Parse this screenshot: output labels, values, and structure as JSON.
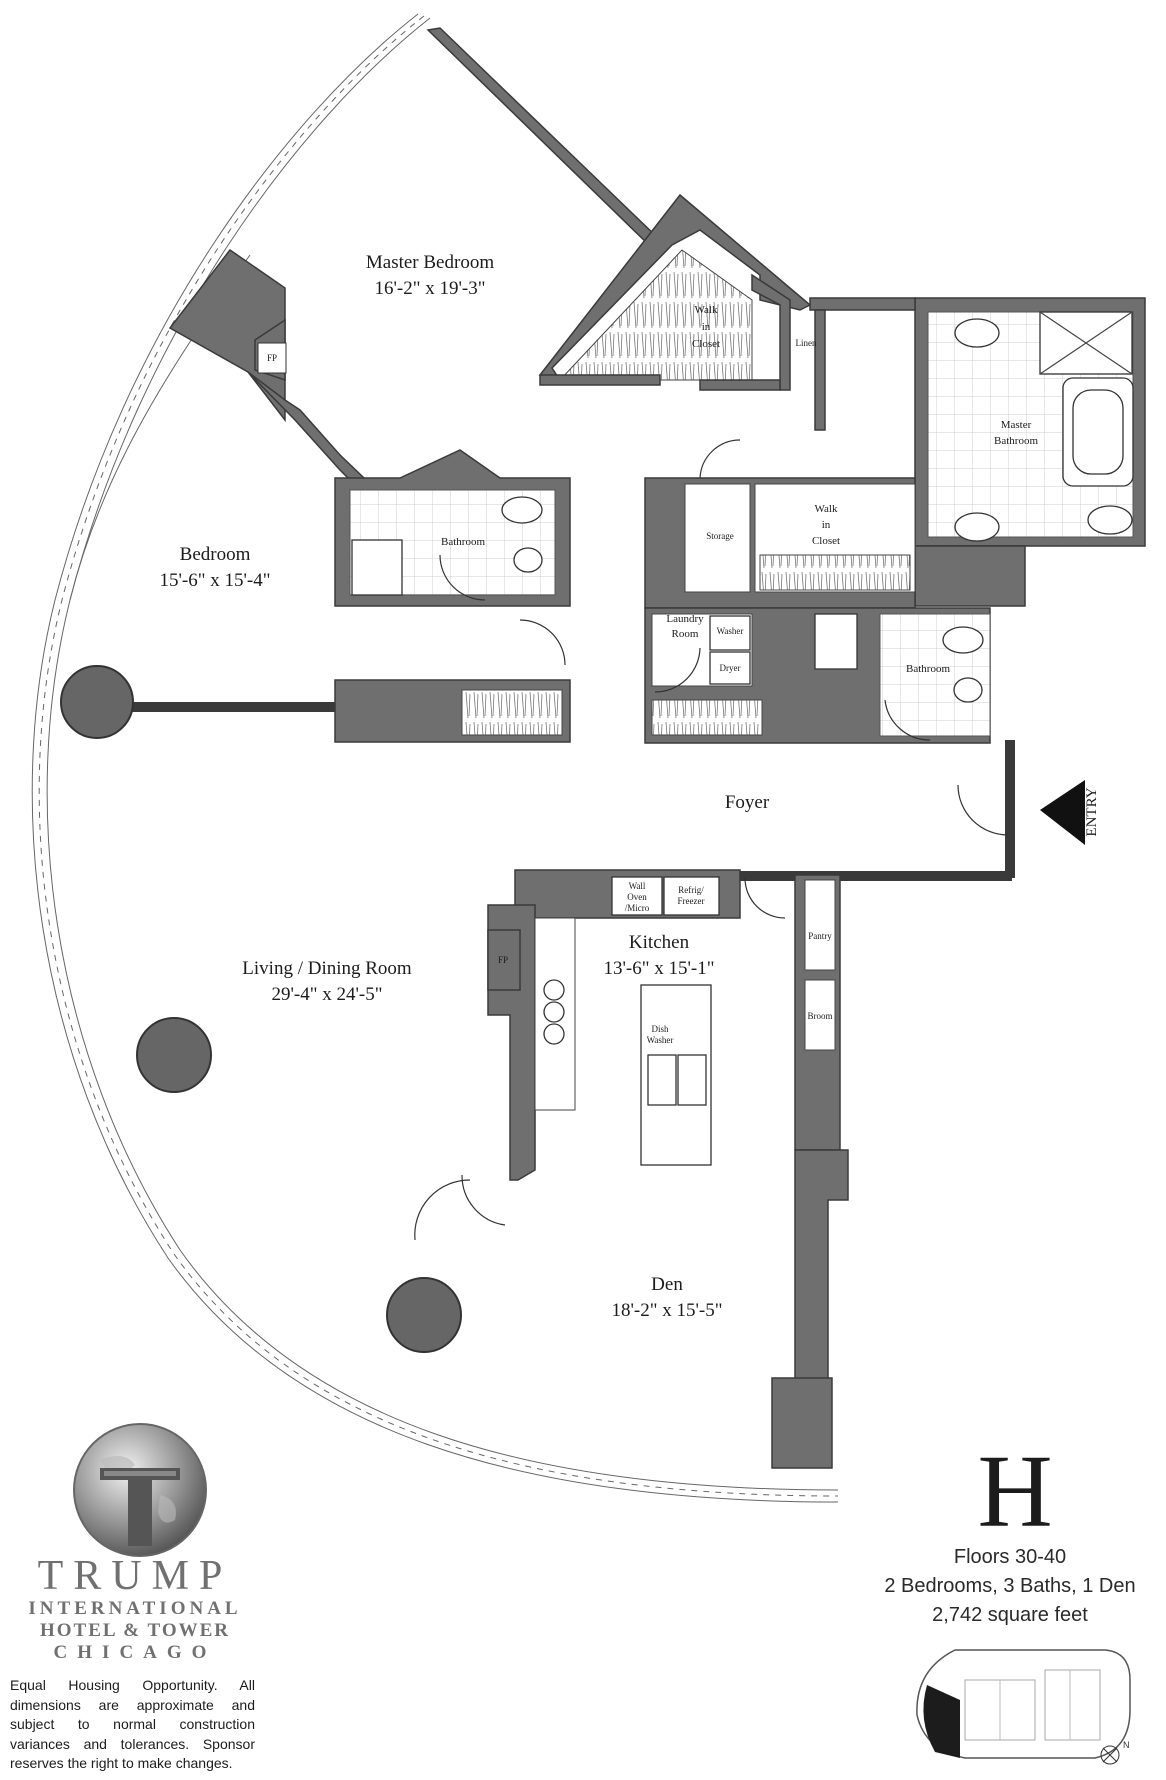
{
  "rooms": {
    "master_bedroom": {
      "name": "Master Bedroom",
      "dims": "16'-2\" x 19'-3\""
    },
    "bedroom": {
      "name": "Bedroom",
      "dims": "15'-6\" x 15'-4\""
    },
    "living_dining": {
      "name": "Living / Dining Room",
      "dims": "29'-4\" x 24'-5\""
    },
    "kitchen": {
      "name": "Kitchen",
      "dims": "13'-6\" x 15'-1\""
    },
    "den": {
      "name": "Den",
      "dims": "18'-2\" x 15'-5\""
    },
    "foyer": {
      "name": "Foyer"
    }
  },
  "labels": {
    "walk_in_closet_1": [
      "Walk",
      "in",
      "Closet"
    ],
    "walk_in_closet_2": [
      "Walk",
      "in",
      "Closet"
    ],
    "linen": "Linen",
    "master_bathroom": [
      "Master",
      "Bathroom"
    ],
    "bathroom_1": "Bathroom",
    "bathroom_2": "Bathroom",
    "storage": "Storage",
    "laundry": [
      "Laundry",
      "Room"
    ],
    "washer": "Washer",
    "dryer": "Dryer",
    "fp_bedroom": "FP",
    "fp_living": "FP",
    "wall_oven": [
      "Wall",
      "Oven",
      "/Micro"
    ],
    "refrig": [
      "Refrig/",
      "Freezer"
    ],
    "pantry": "Pantry",
    "broom": "Broom",
    "dish_washer": [
      "Dish",
      "Washer"
    ],
    "entry": "ENTRY"
  },
  "unit": {
    "letter": "H",
    "floors": "Floors 30-40",
    "config": "2 Bedrooms, 3 Baths, 1 Den",
    "area": "2,742 square feet"
  },
  "brand": {
    "line1": "TRUMP",
    "line2": "INTERNATIONAL",
    "line3": "HOTEL & TOWER",
    "line4": "CHICAGO"
  },
  "disclaimer": "Equal Housing Opportunity. All dimensions are approximate and subject to normal construction variances and tolerances. Sponsor reserves the right to make changes.",
  "keymap": {
    "north": "N"
  },
  "colors": {
    "wall": "#6f6f6f",
    "ink": "#1c1c1c",
    "brand": "#707070"
  }
}
